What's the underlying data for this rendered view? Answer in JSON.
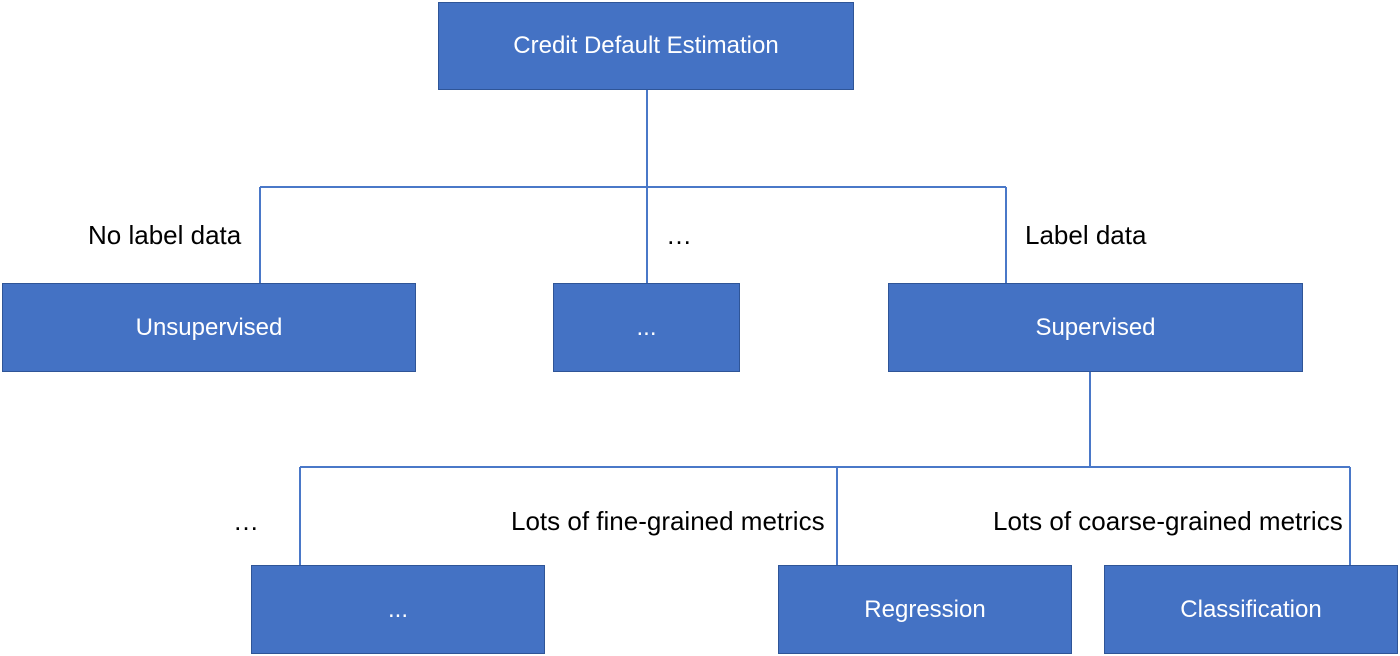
{
  "nodes": {
    "root": "Credit Default Estimation",
    "unsupervised": "Unsupervised",
    "middle": "...",
    "supervised": "Supervised",
    "sub_other": "...",
    "regression": "Regression",
    "classification": "Classification"
  },
  "edge_labels": {
    "no_label_data": "No label data",
    "middle_ellipsis": "…",
    "label_data": "Label data",
    "sub_ellipsis": "…",
    "fine_grained": "Lots of fine-grained metrics",
    "coarse_grained": "Lots of coarse-grained metrics"
  },
  "colors": {
    "node_fill": "#4472c4",
    "node_border": "#2f5597",
    "connector": "#4a78c8",
    "node_text": "#ffffff",
    "label_text": "#000000"
  }
}
